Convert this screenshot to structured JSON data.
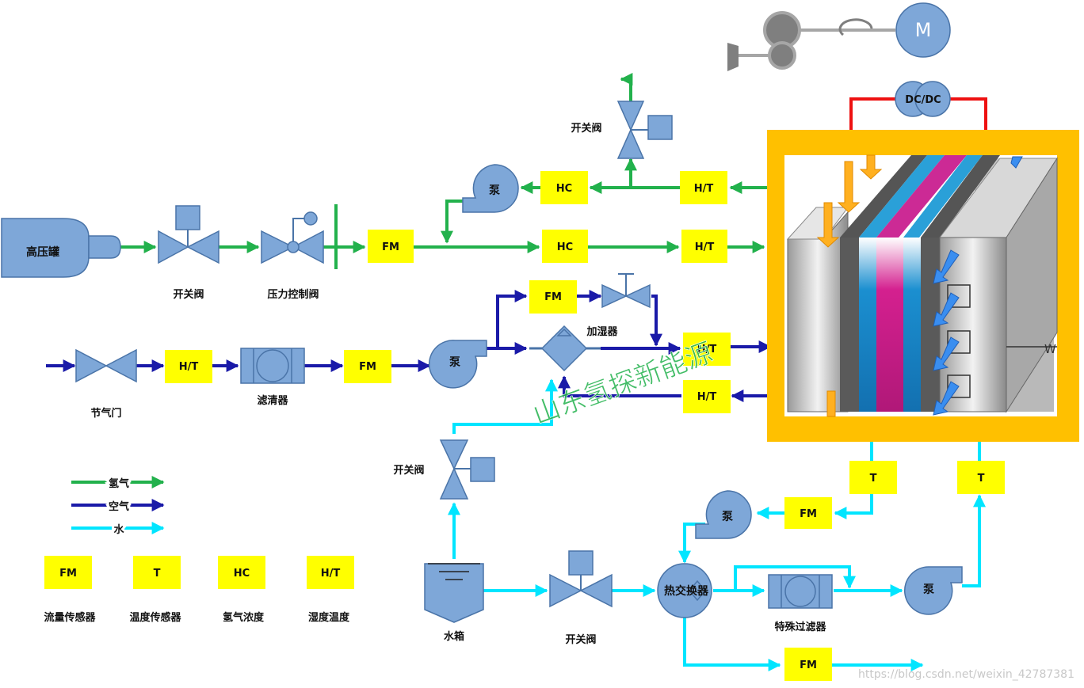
{
  "components": {
    "tank": "高压罐",
    "valve_h2": "开关阀",
    "pressure_valve": "压力控制阀",
    "valve_top": "开关阀",
    "pump_h2": "泵",
    "throttle": "节气门",
    "filter": "滤清器",
    "pump_air": "泵",
    "humidifier": "加湿器",
    "valve_water": "开关阀",
    "water_tank": "水箱",
    "valve_water2": "开关阀",
    "heat_exchanger": "热交换器",
    "special_filter": "特殊过滤器",
    "pump_cool": "泵",
    "pump_cool2": "泵",
    "motor": "M",
    "dcdc": "DC/DC"
  },
  "sensors": {
    "fm": "FM",
    "hc": "HC",
    "ht": "H/T",
    "t": "T"
  },
  "legend": {
    "lines": [
      {
        "label": "氢气",
        "color": "#22b14c"
      },
      {
        "label": "空气",
        "color": "#1a1aa8"
      },
      {
        "label": "水",
        "color": "#00e5ff"
      }
    ],
    "sensors": [
      {
        "code": "FM",
        "desc": "流量传感器"
      },
      {
        "code": "T",
        "desc": "温度传感器"
      },
      {
        "code": "HC",
        "desc": "氢气浓度"
      },
      {
        "code": "H/T",
        "desc": "湿度温度"
      }
    ]
  },
  "watermark": "山东氢探新能源",
  "credit": "https://blog.csdn.net/weixin_42787381",
  "stack_label": "W",
  "colors": {
    "hydrogen": "#22b14c",
    "air": "#1a1aa8",
    "water": "#00e5ff",
    "sensor": "#ffff00",
    "stack_frame": "#ffc000",
    "electric": "#ee1111"
  }
}
